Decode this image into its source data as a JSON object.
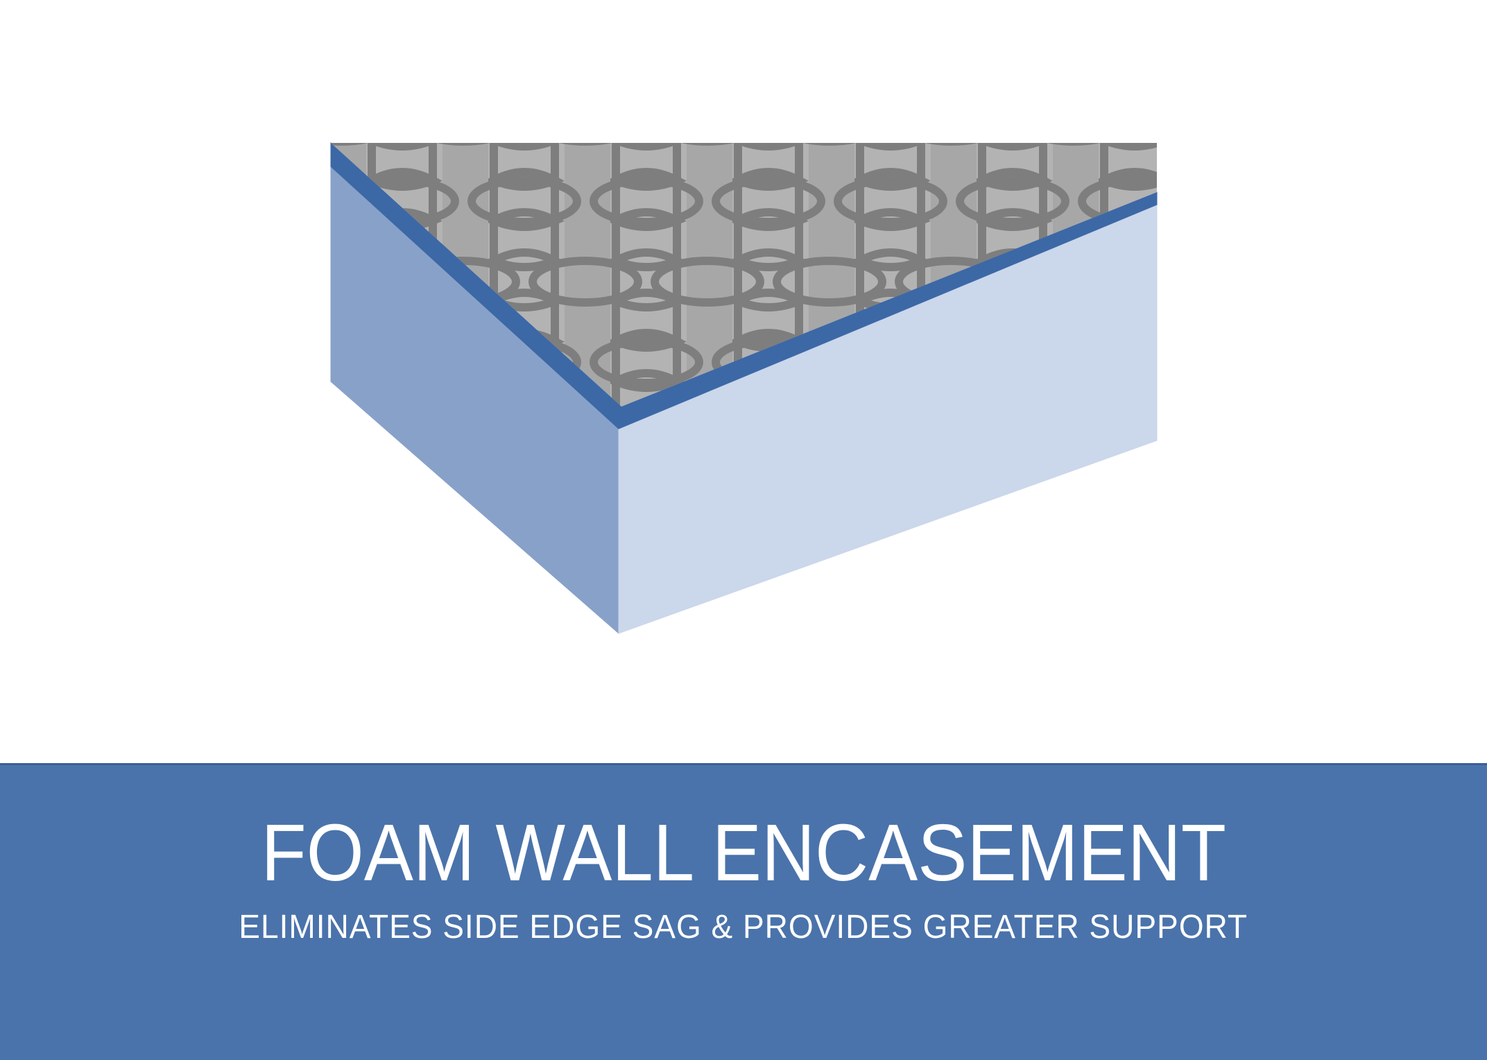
{
  "banner": {
    "title": "FOAM WALL ENCASEMENT",
    "subtitle": "ELIMINATES SIDE EDGE SAG & PROVIDES GREATER SUPPORT"
  },
  "illustration": {
    "description": "Cutaway corner view of a mattress: inner coil springs visible on top, encased by a foam side wall",
    "parts": {
      "coil_top": "innerspring coil layer (top view)",
      "foam_rim": "foam wall top rim",
      "left_wall": "foam wall side panel (shaded)",
      "right_wall": "foam wall side panel (light)"
    }
  },
  "colors": {
    "background": "#FFFFFF",
    "banner_bg": "#4A73AB",
    "banner_border": "#3A6096",
    "banner_text": "#FFFFFF",
    "rim_blue": "#3C68A6",
    "left_wall_blue": "#88A1C8",
    "right_wall_blue": "#CBD7EA",
    "top_gray": "#B3B3B3",
    "top_stripe_gray": "#A7A7A7",
    "coil_gray": "#7E7E7E"
  }
}
